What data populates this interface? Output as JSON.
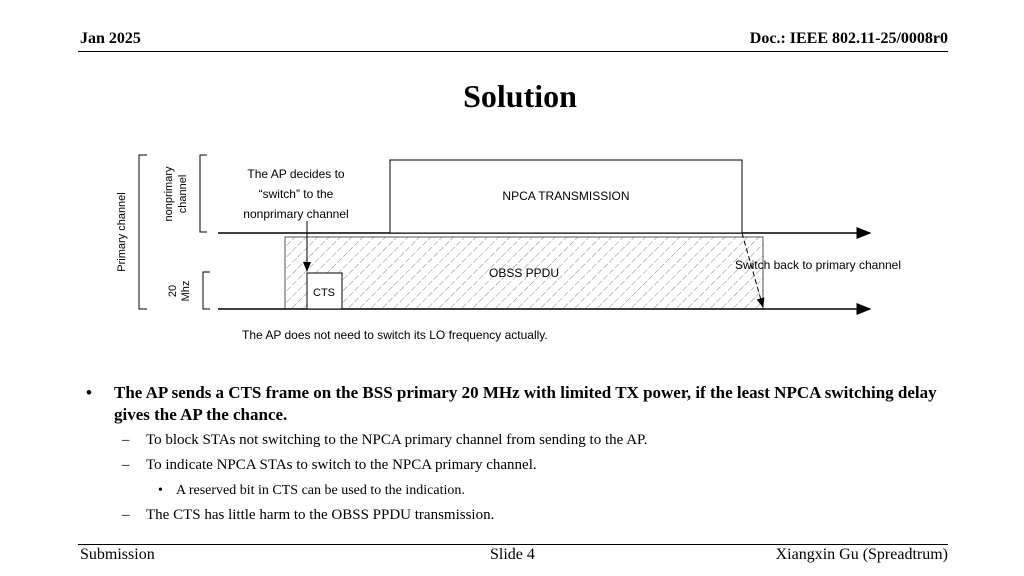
{
  "header": {
    "date": "Jan 2025",
    "doc_id": "Doc.: IEEE 802.11-25/0008r0"
  },
  "title": "Solution",
  "diagram": {
    "primary_channel_label": "Primary channel",
    "nonprimary_label_line1": "nonprimary",
    "nonprimary_label_line2": "channel",
    "mhz_label_line1": "20",
    "mhz_label_line2": "Mhz",
    "decision_note_line1": "The AP decides to",
    "decision_note_line2": "“switch” to the",
    "decision_note_line3": "nonprimary channel",
    "npca_box_label": "NPCA TRANSMISSION",
    "obss_label": "OBSS PPDU",
    "cts_label": "CTS",
    "switch_back_label": "Switch back to primary channel",
    "lo_note": "The AP does not need to switch its LO frequency actually."
  },
  "bullets": {
    "main": "The AP sends a CTS frame on the BSS primary 20 MHz with limited TX power,  if the least NPCA switching delay gives the AP the chance.",
    "sub1": "To block STAs not switching to the NPCA primary channel from sending to the AP.",
    "sub2": "To indicate NPCA STAs to switch to the NPCA primary channel.",
    "sub2_1": "A reserved bit in CTS can be used to the indication.",
    "sub3": "The CTS has little harm to the OBSS PPDU transmission."
  },
  "footer": {
    "left": "Submission",
    "center": "Slide 4",
    "right": "Xiangxin Gu (Spreadtrum)"
  }
}
